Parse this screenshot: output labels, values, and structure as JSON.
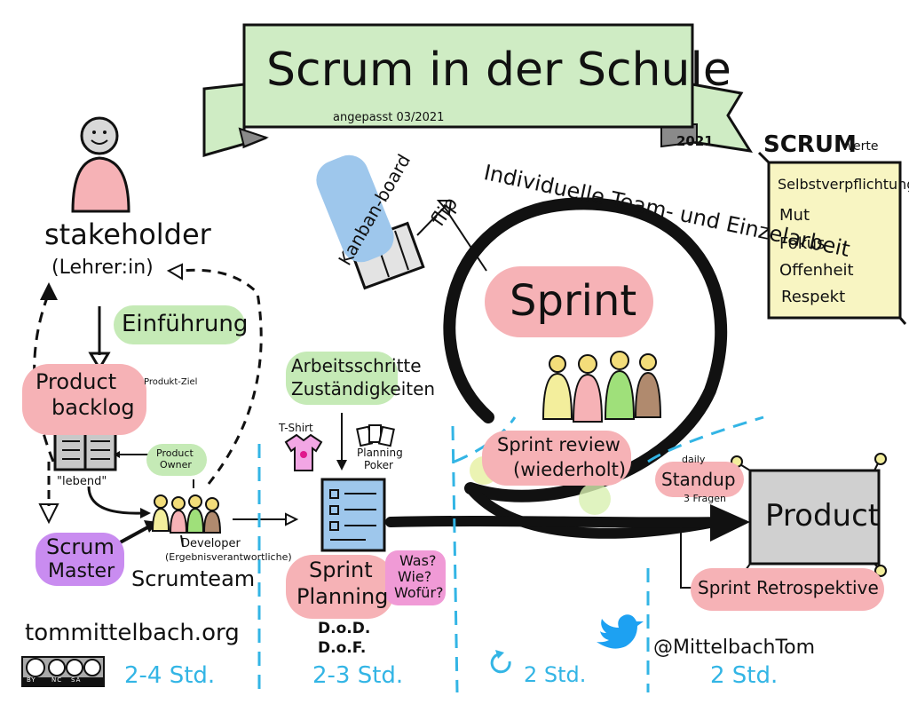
{
  "title": "Scrum in der Schule",
  "subtitle": "angepasst 03/2021",
  "year": "2021",
  "stakeholder": {
    "label": "stakeholder",
    "role": "(Lehrer:in)"
  },
  "einfuehrung": "Einführung",
  "product_backlog": {
    "line1": "Product",
    "line2": "backlog",
    "note": "Produkt-Ziel",
    "living": "\"lebend\""
  },
  "product_owner": {
    "line1": "Product",
    "line2": "Owner"
  },
  "scrum_master": {
    "line1": "Scrum",
    "line2": "Master"
  },
  "scrumteam": "Scrumteam",
  "developer": {
    "line1": "Developer",
    "line2": "(Ergebnisverantwortliche)"
  },
  "arbeitsschritte": {
    "line1": "Arbeitsschritte",
    "line2": "Zuständigkeiten"
  },
  "tshirt": "T-Shirt",
  "planning_poker": {
    "line1": "Planning",
    "line2": "Poker"
  },
  "sprint_planning": {
    "line1": "Sprint",
    "line2": "Planning",
    "questions": [
      "Was?",
      "Wie?",
      "Wofür?"
    ]
  },
  "dod": "D.o.D.",
  "dof": "D.o.F.",
  "kanban": "Kanban-board",
  "flip": "flip",
  "loop_label": "Individuelle Team- und Einzelarbeit",
  "sprint": "Sprint",
  "sprint_review": {
    "line1": "Sprint review",
    "line2": "(wiederholt)"
  },
  "daily": "daily",
  "standup": "Standup",
  "fragen": "3 Fragen",
  "product": "Product",
  "retrospective": "Sprint Retrospektive",
  "values": {
    "heading": "SCRUM",
    "heading_small": "Werte",
    "items": [
      "Selbstverpflichtung",
      "Mut",
      "Fokus",
      "Offenheit",
      "Respekt"
    ]
  },
  "footer": {
    "website": "tommittelbach.org",
    "handle": "@MittelbachTom",
    "license": [
      "BY",
      "NC",
      "SA"
    ],
    "durations": [
      "2-4 Std.",
      "2-3 Std.",
      "2 Std.",
      "2 Std."
    ]
  },
  "colors": {
    "banner": "#cfecc4",
    "pink": "#f6b2b6",
    "green": "#c5eab6",
    "blue": "#9ec7ec",
    "purple": "#c98cf0",
    "yellow_note": "#f8f5c2",
    "grey_box": "#d0d0d0",
    "cyan_dash": "#33b5e5",
    "twitter": "#1da1f2"
  }
}
